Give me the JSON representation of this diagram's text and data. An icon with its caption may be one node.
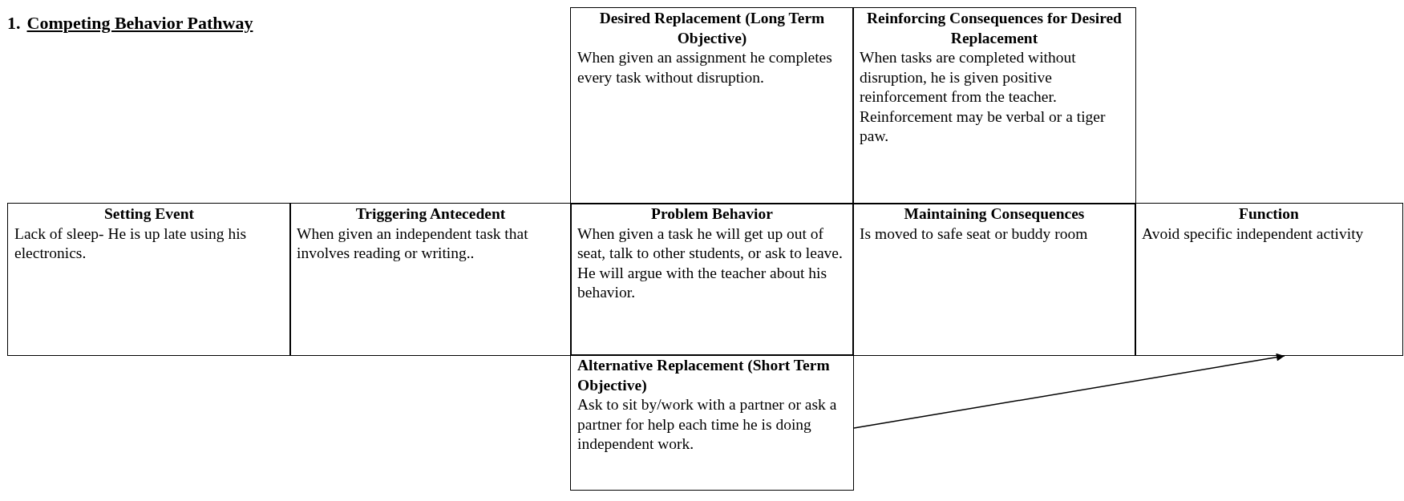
{
  "diagram": {
    "title": "Competing Behavior Pathway",
    "nodes": [
      {
        "text": [
          "Desired Replacement (Long Term Objective)",
          "When given an assignment he completes every task without disruption."
        ]
      },
      {
        "text": [
          "Reinforcing Consequences for Desired Replacement",
          "When tasks are completed without disruption, he is given positive reinforcement from the teacher. Reinforcement may be verbal or a tiger paw."
        ]
      },
      {
        "text": [
          "Setting Event",
          "Lack of sleep- He is up late using his electronics."
        ]
      },
      {
        "text": [
          "Triggering Antecedent",
          "When given an independent task that involves reading or writing.."
        ]
      },
      {
        "text": [
          "Problem Behavior",
          "When given a task he will get up out of seat, talk to other students, or ask to leave. He will argue with the teacher about his behavior."
        ]
      },
      {
        "text": [
          "Maintaining Consequences",
          "Is moved to safe seat or buddy room"
        ]
      },
      {
        "text": [
          "Function",
          "Avoid specific independent activity"
        ]
      },
      {
        "text": [
          "Alternative Replacement (Short Term Objective)",
          "Ask to sit by/work with a partner or ask a partner for help each time he is doing independent work."
        ]
      }
    ],
    "edges": [
      {
        "from": 7,
        "to": 6,
        "arrow": "to"
      }
    ],
    "labels": [
      "1."
    ]
  }
}
